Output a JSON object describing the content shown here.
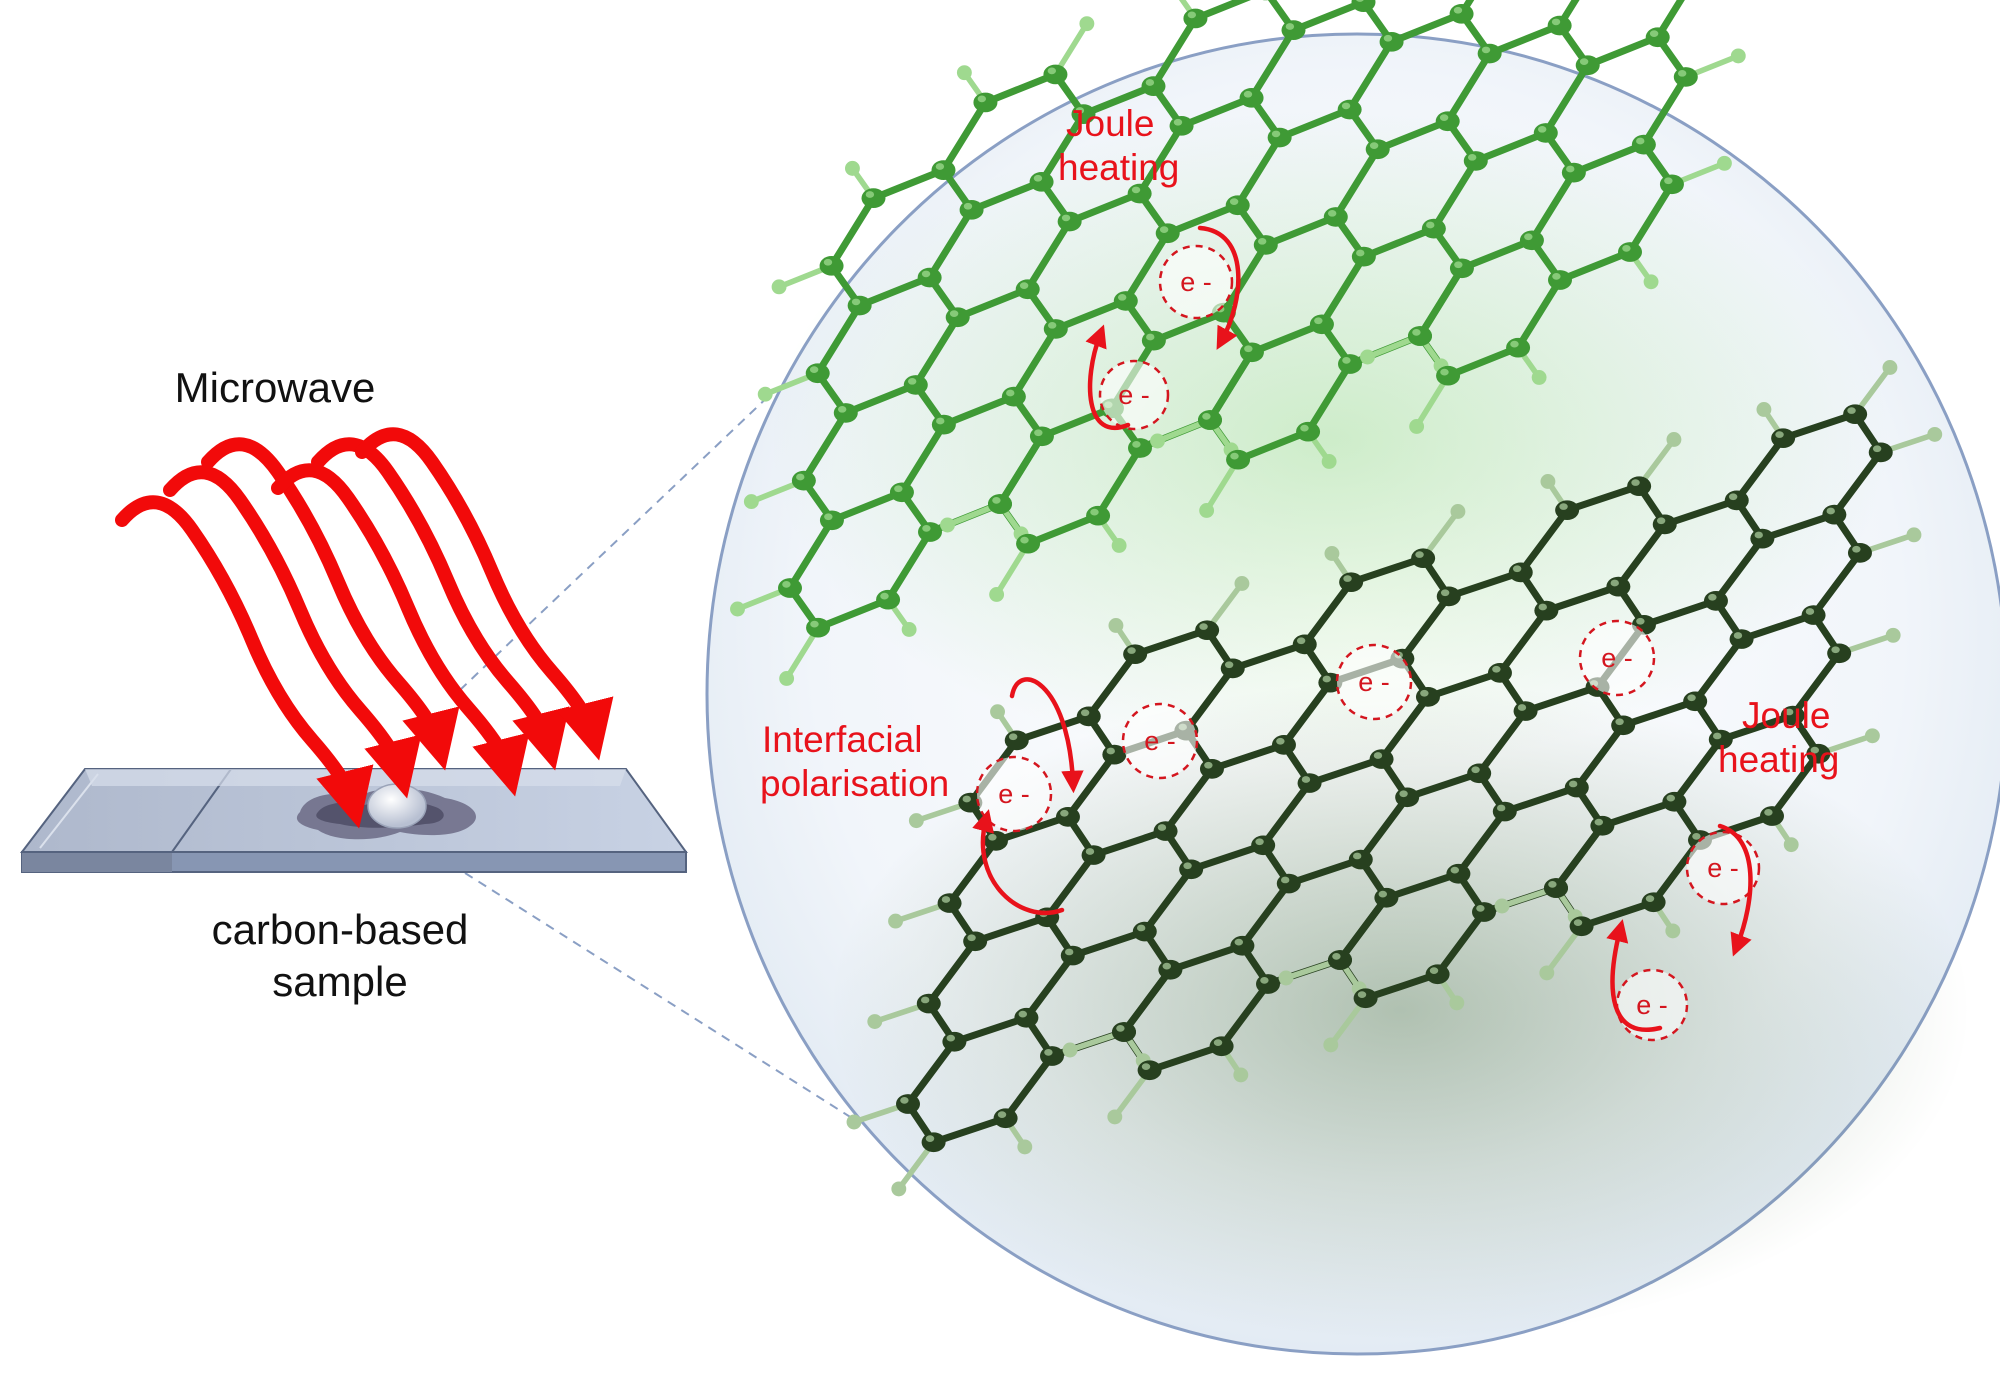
{
  "labels": {
    "microwave": "Microwave",
    "sample_line1": "carbon-based",
    "sample_line2": "sample",
    "joule_top_line1": "Joule",
    "joule_top_line2": "heating",
    "joule_bottom_line1": "Joule",
    "joule_bottom_line2": "heating",
    "interfacial_line1": "Interfacial",
    "interfacial_line2": "polarisation",
    "electron": "e -"
  },
  "colors": {
    "arrow_red": "#f20a0a",
    "label_red": "#e8121b",
    "sheet_top": "#3f9a35",
    "sheet_bottom": "#27401f",
    "zoom_circle_border": "#8a9fc4",
    "zoom_circle_fill": "#e9f0f7",
    "glass_slide": "#b9c4d8"
  },
  "icons": {
    "microwave_waves": "wavy-arrow-icon",
    "electron": "electron-circle-icon",
    "rotation": "circular-arrow-icon"
  }
}
